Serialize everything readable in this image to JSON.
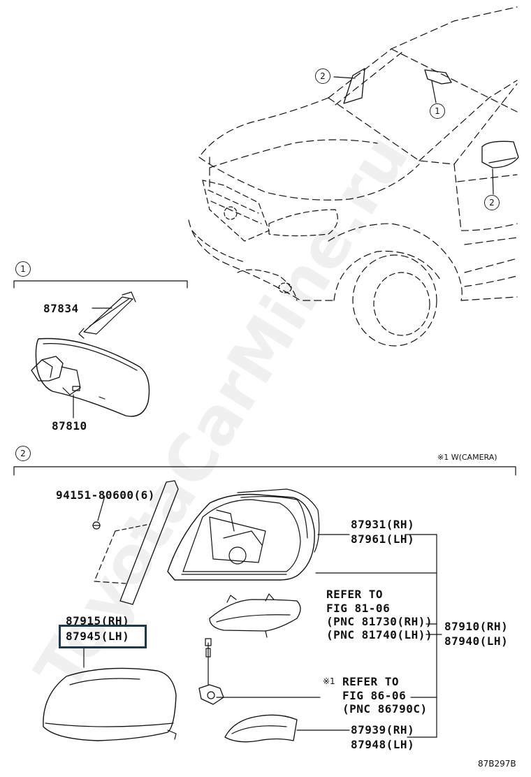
{
  "watermark": "ToyotaCarMine.ru",
  "callouts": {
    "c1_top": "1",
    "c2_top": "2",
    "c1_car": "1",
    "c2_car": "2",
    "c1_section": "1",
    "c2_section": "2"
  },
  "section1": {
    "p87834": "87834",
    "p87810": "87810"
  },
  "section2": {
    "note_camera": "※1 W(CAMERA)",
    "bolt": "94151-80600(6)",
    "p87931": "87931(RH)",
    "p87961": "87961(LH)",
    "refer1_l1": "REFER TO",
    "refer1_l2": "FIG 81-06",
    "refer1_l3": "(PNC 81730(RH))",
    "refer1_l4": "(PNC 81740(LH))",
    "p87910": "87910(RH)",
    "p87940": "87940(LH)",
    "p87915": "87915(RH)",
    "p87945": "87945(LH)",
    "refer2_mark": "※1",
    "refer2_l1": "REFER TO",
    "refer2_l2": "FIG 86-06",
    "refer2_l3": "(PNC 86790C)",
    "p87939": "87939(RH)",
    "p87948": "87948(LH)"
  },
  "figure_code": "87B297B",
  "colors": {
    "line": "#111111",
    "highlight": "#1f3a4a"
  }
}
